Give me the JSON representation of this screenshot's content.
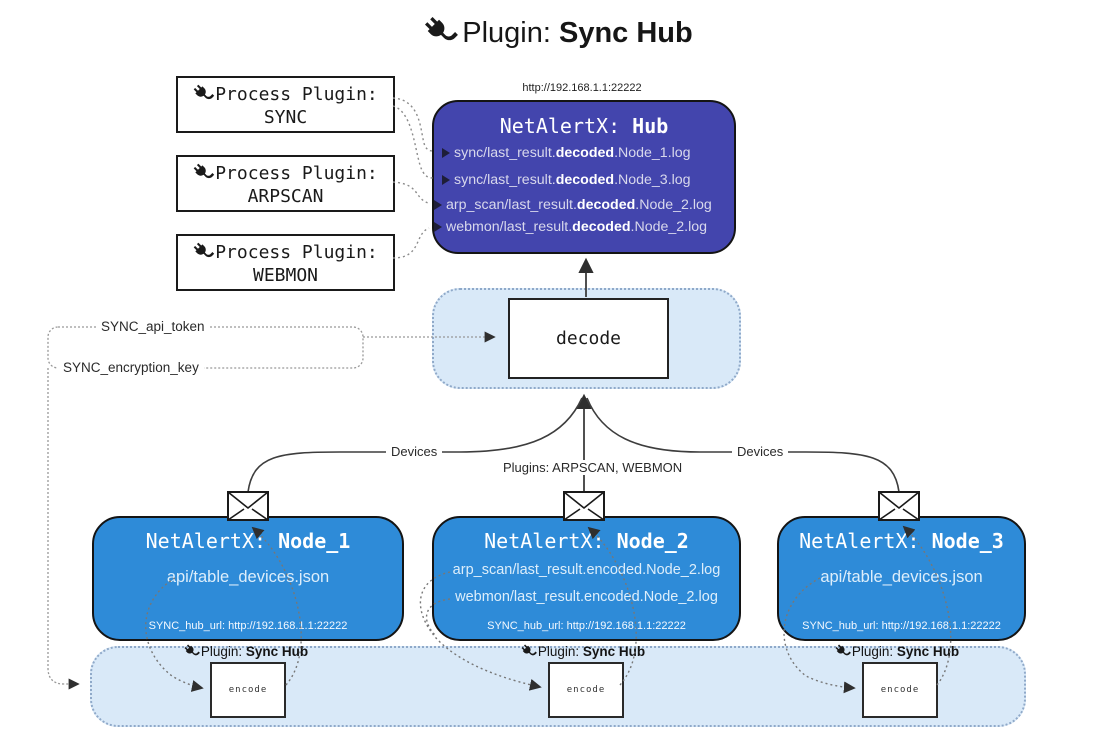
{
  "title": {
    "prefix": "Plugin:",
    "name": "Sync Hub"
  },
  "hub": {
    "url_label": "http://192.168.1.1:22222",
    "title_prefix": "NetAlertX: ",
    "title_name": "Hub",
    "logs": [
      {
        "pre": "sync/last_result.",
        "bold": "decoded",
        "post": ".Node_1.log"
      },
      {
        "pre": "sync/last_result.",
        "bold": "decoded",
        "post": ".Node_3.log"
      },
      {
        "pre": "arp_scan/last_result.",
        "bold": "decoded",
        "post": ".Node_2.log"
      },
      {
        "pre": "webmon/last_result.",
        "bold": "decoded",
        "post": ".Node_2.log"
      }
    ]
  },
  "process_plugins": [
    {
      "label": "Process Plugin:",
      "name": "SYNC"
    },
    {
      "label": "Process Plugin:",
      "name": "ARPSCAN"
    },
    {
      "label": "Process Plugin:",
      "name": "WEBMON"
    }
  ],
  "decode_box": {
    "label": "decode"
  },
  "keys": {
    "api_token": "SYNC_api_token",
    "encryption_key": "SYNC_encryption_key"
  },
  "edge_labels": {
    "devices_left": "Devices",
    "devices_right": "Devices",
    "plugins": "Plugins: ARPSCAN, WEBMON"
  },
  "nodes": [
    {
      "title_prefix": "NetAlertX: ",
      "title_name": "Node_1",
      "files": [
        "api/table_devices.json"
      ],
      "hub_url": "SYNC_hub_url: http://192.168.1.1:22222"
    },
    {
      "title_prefix": "NetAlertX: ",
      "title_name": "Node_2",
      "files": [
        "arp_scan/last_result.encoded.Node_2.log",
        "webmon/last_result.encoded.Node_2.log"
      ],
      "hub_url": "SYNC_hub_url: http://192.168.1.1:22222"
    },
    {
      "title_prefix": "NetAlertX: ",
      "title_name": "Node_3",
      "files": [
        "api/table_devices.json"
      ],
      "hub_url": "SYNC_hub_url: http://192.168.1.1:22222"
    }
  ],
  "encode_sections": [
    {
      "label_prefix": "Plugin: ",
      "label_name": "Sync Hub",
      "box_label": "encode"
    },
    {
      "label_prefix": "Plugin: ",
      "label_name": "Sync Hub",
      "box_label": "encode"
    },
    {
      "label_prefix": "Plugin: ",
      "label_name": "Sync Hub",
      "box_label": "encode"
    }
  ],
  "colors": {
    "hub_bg": "#4345ad",
    "node_bg": "#2e8bd8",
    "panel_bg": "#d9e9f8",
    "panel_border": "#8fa9c9",
    "line": "#3d3d3d"
  }
}
